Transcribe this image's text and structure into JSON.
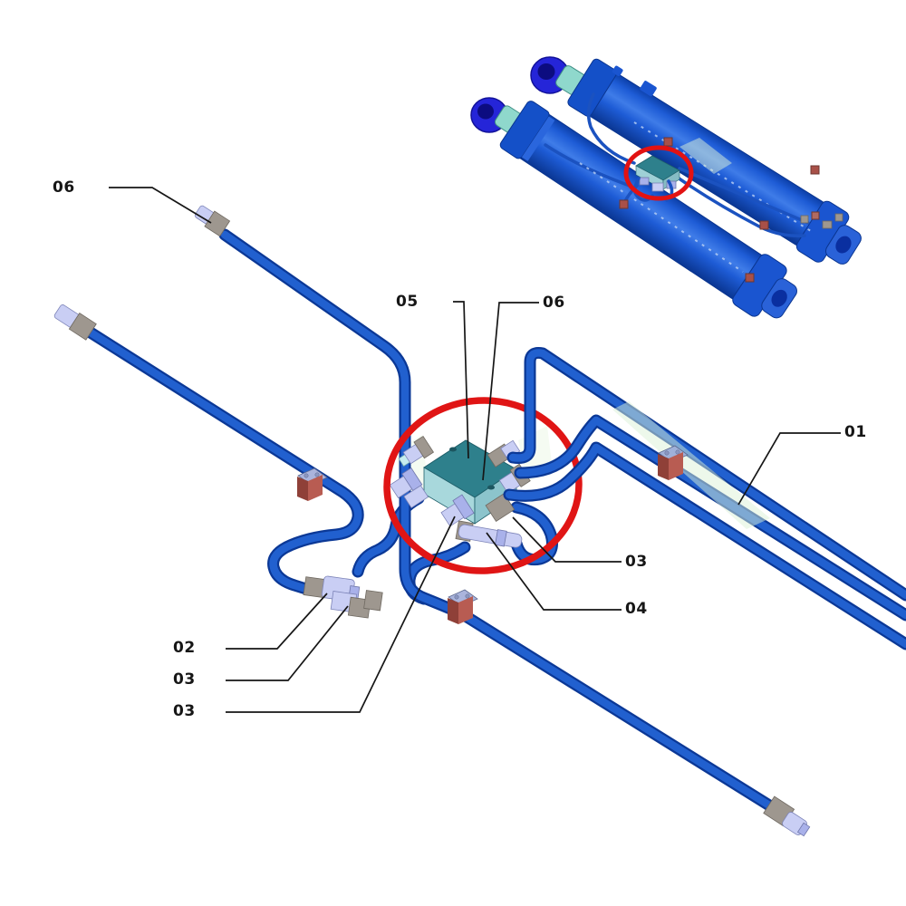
{
  "page": {
    "kind": "cad-parts-callout-diagram",
    "subject": "hydraulic cylinder hose kit with manifold detail",
    "background": "#ffffff"
  },
  "callouts": [
    {
      "key": "06-top-left",
      "label": "06"
    },
    {
      "key": "05-manifold",
      "label": "05"
    },
    {
      "key": "06-center",
      "label": "06"
    },
    {
      "key": "01-hose",
      "label": "01"
    },
    {
      "key": "03-right",
      "label": "03"
    },
    {
      "key": "04-adapter",
      "label": "04"
    },
    {
      "key": "02-tee",
      "label": "02"
    },
    {
      "key": "03-mid-left",
      "label": "03"
    },
    {
      "key": "03-bottom-left",
      "label": "03"
    }
  ],
  "colors": {
    "hose_blue": "#2160cf",
    "hose_outline": "#0b3896",
    "cylinder_blue": "#1e5cd6",
    "eye_dark_blue": "#2525d8",
    "coupler_cyan": "#8fd8cc",
    "manifold_teal": "#2e808c",
    "fitting_lavender": "#c9cef4",
    "fitting_gray": "#9e978f",
    "clamp_red": "#b85c52",
    "clamp_plate": "#aab4dc",
    "sleeve_green": "#dcf2d8",
    "highlight_red": "#e01515",
    "leader_black": "#161616"
  }
}
